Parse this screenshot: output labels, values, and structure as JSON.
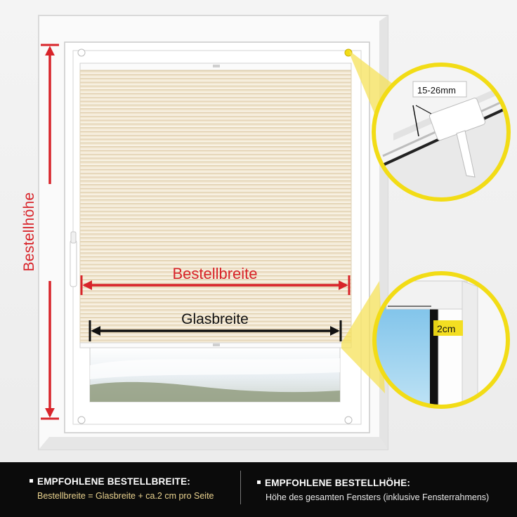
{
  "illustration": {
    "order_height_label": "Bestellhöhe",
    "order_width_label": "Bestellbreite",
    "glass_width_label": "Glasbreite",
    "clamp_range_label": "15-26mm",
    "side_margin_label": "2cm",
    "colors": {
      "measure_red": "#d8242a",
      "measure_black": "#111111",
      "highlight_yellow": "#f2dc16",
      "blind_fabric": "#f0e4cc",
      "footer_bg": "#0b0b0b",
      "footer_accent": "#e9d28e"
    }
  },
  "footer": {
    "left": {
      "heading": "EMPFOHLENE BESTELLBREITE:",
      "text": "Bestellbreite = Glasbreite + ca.2 cm pro Seite"
    },
    "right": {
      "heading": "EMPFOHLENE BESTELLHÖHE:",
      "text": "Höhe des gesamten Fensters (inklusive Fensterrahmens)"
    }
  }
}
